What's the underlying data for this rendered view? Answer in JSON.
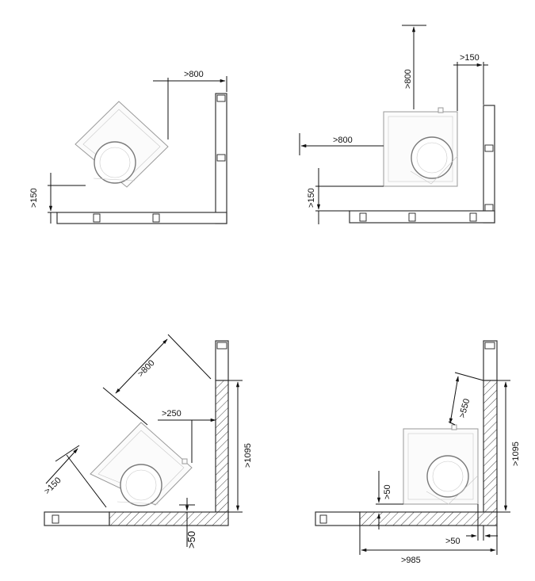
{
  "diagrams": [
    {
      "id": "top-left",
      "dimensions": [
        ">800",
        ">150"
      ]
    },
    {
      "id": "top-right",
      "dimensions": [
        ">800",
        ">150",
        ">800",
        ">150"
      ]
    },
    {
      "id": "bottom-left",
      "dimensions": [
        ">800",
        ">250",
        ">1095",
        ">150",
        ">50"
      ]
    },
    {
      "id": "bottom-right",
      "dimensions": [
        ">550",
        ">1095",
        ">50",
        ">50",
        ">985"
      ]
    }
  ]
}
